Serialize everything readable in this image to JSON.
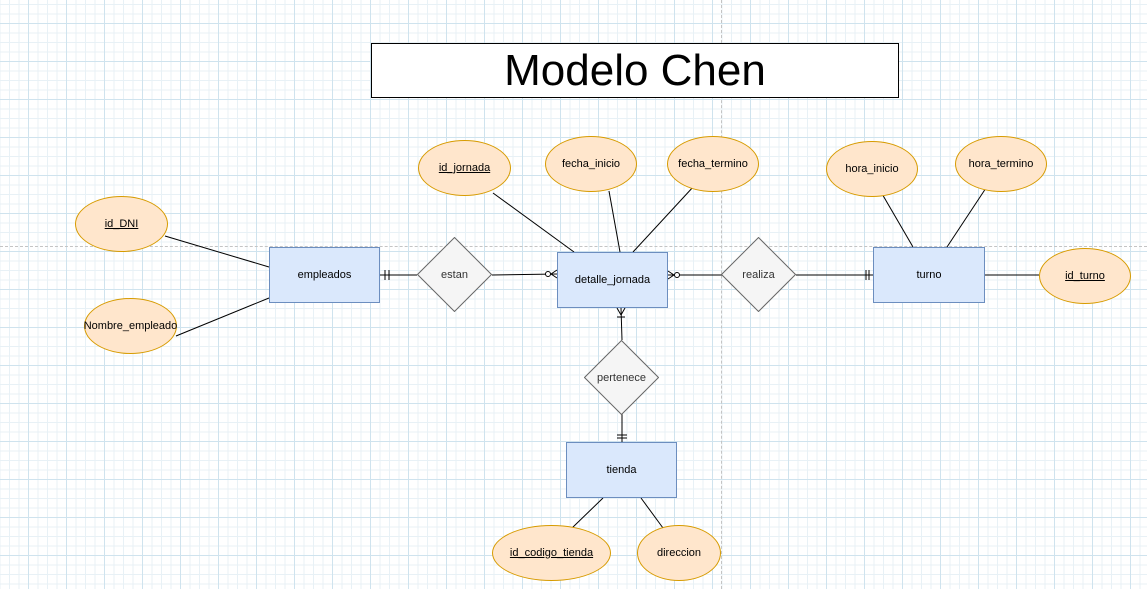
{
  "title": "Modelo Chen",
  "entities": {
    "empleados": "empleados",
    "detalle_jornada": "detalle_jornada",
    "turno": "turno",
    "tienda": "tienda"
  },
  "relationships": {
    "estan": "estan",
    "realiza": "realiza",
    "pertenece": "pertenece"
  },
  "attributes": {
    "id_dni": "id_DNI",
    "nombre_empleado": "Nombre_empleado",
    "id_jornada": "id_jornada",
    "fecha_inicio": "fecha_inicio",
    "fecha_termino": "fecha_termino",
    "hora_inicio": "hora_inicio",
    "hora_termino": "hora_termino",
    "id_turno": "id_turno",
    "id_codigo_tienda": "id_codigo_tienda",
    "direccion": "direccion"
  },
  "colors": {
    "entity_fill": "#dae8fc",
    "entity_stroke": "#6c8ebf",
    "attribute_fill": "#ffe6cc",
    "attribute_stroke": "#d79b00",
    "relationship_fill": "#f5f5f5",
    "relationship_stroke": "#666666"
  }
}
